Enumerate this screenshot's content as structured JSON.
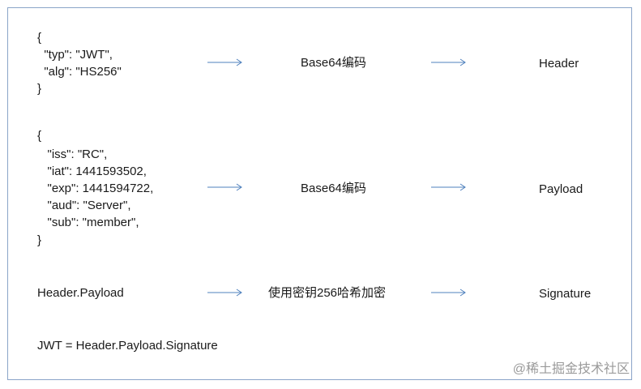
{
  "rows": [
    {
      "json_lines": [
        "{",
        "  \"typ\": \"JWT\",",
        "  \"alg\": \"HS256\"",
        "}"
      ],
      "op": "Base64编码",
      "result": "Header"
    },
    {
      "json_lines": [
        "{",
        "   \"iss\": \"RC\",",
        "   \"iat\": 1441593502,",
        "   \"exp\": 1441594722,",
        "   \"aud\": \"Server\",",
        "   \"sub\": \"member\",",
        "}"
      ],
      "op": "Base64编码",
      "result": "Payload"
    },
    {
      "input": "Header.Payload",
      "op": "使用密钥256哈希加密",
      "result": "Signature"
    }
  ],
  "formula": "JWT = Header.Payload.Signature",
  "watermark": "@稀土掘金技术社区",
  "colors": {
    "arrow": "#4f81bd",
    "border": "#8aa4c8"
  }
}
